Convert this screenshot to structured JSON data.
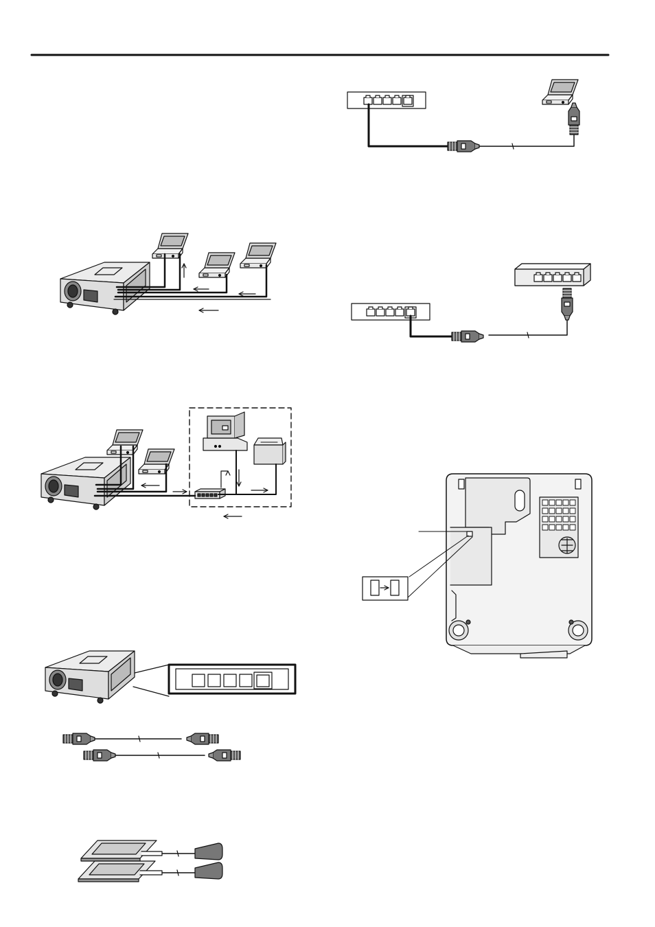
{
  "page": {
    "background": "#ffffff",
    "line_color": "#111111",
    "panel_fill": "#e6e6e6",
    "dark_fill": "#333333"
  },
  "figures": [
    {
      "id": "fig-hub-to-laptop",
      "icon": "network-hub-to-laptop-illustration"
    },
    {
      "id": "fig-hub-to-hub",
      "icon": "hub-cascade-illustration"
    },
    {
      "id": "fig-projector-direct-laptops",
      "icon": "projector-laptops-illustration"
    },
    {
      "id": "fig-projector-lan",
      "icon": "projector-lan-illustration"
    },
    {
      "id": "fig-projector-ports",
      "icon": "projector-lan-ports-illustration"
    },
    {
      "id": "fig-cables",
      "icon": "lan-cable-illustration"
    },
    {
      "id": "fig-pc-cards",
      "icon": "pc-card-illustration"
    },
    {
      "id": "fig-projector-bottom",
      "icon": "projector-bottom-switch-illustration"
    }
  ]
}
